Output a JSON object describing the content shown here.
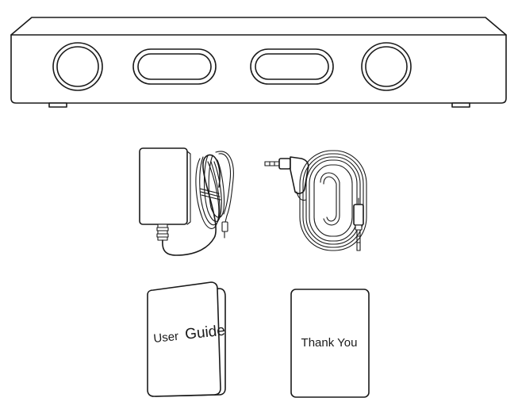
{
  "items": {
    "soundbar": {},
    "power_adapter": {},
    "aux_cable": {},
    "user_guide": {
      "label_part1": "User",
      "label_part2": "Guide"
    },
    "thank_you_card": {
      "label": "Thank You"
    }
  },
  "colors": {
    "ink": "#1a1a1a",
    "paper": "#ffffff"
  }
}
